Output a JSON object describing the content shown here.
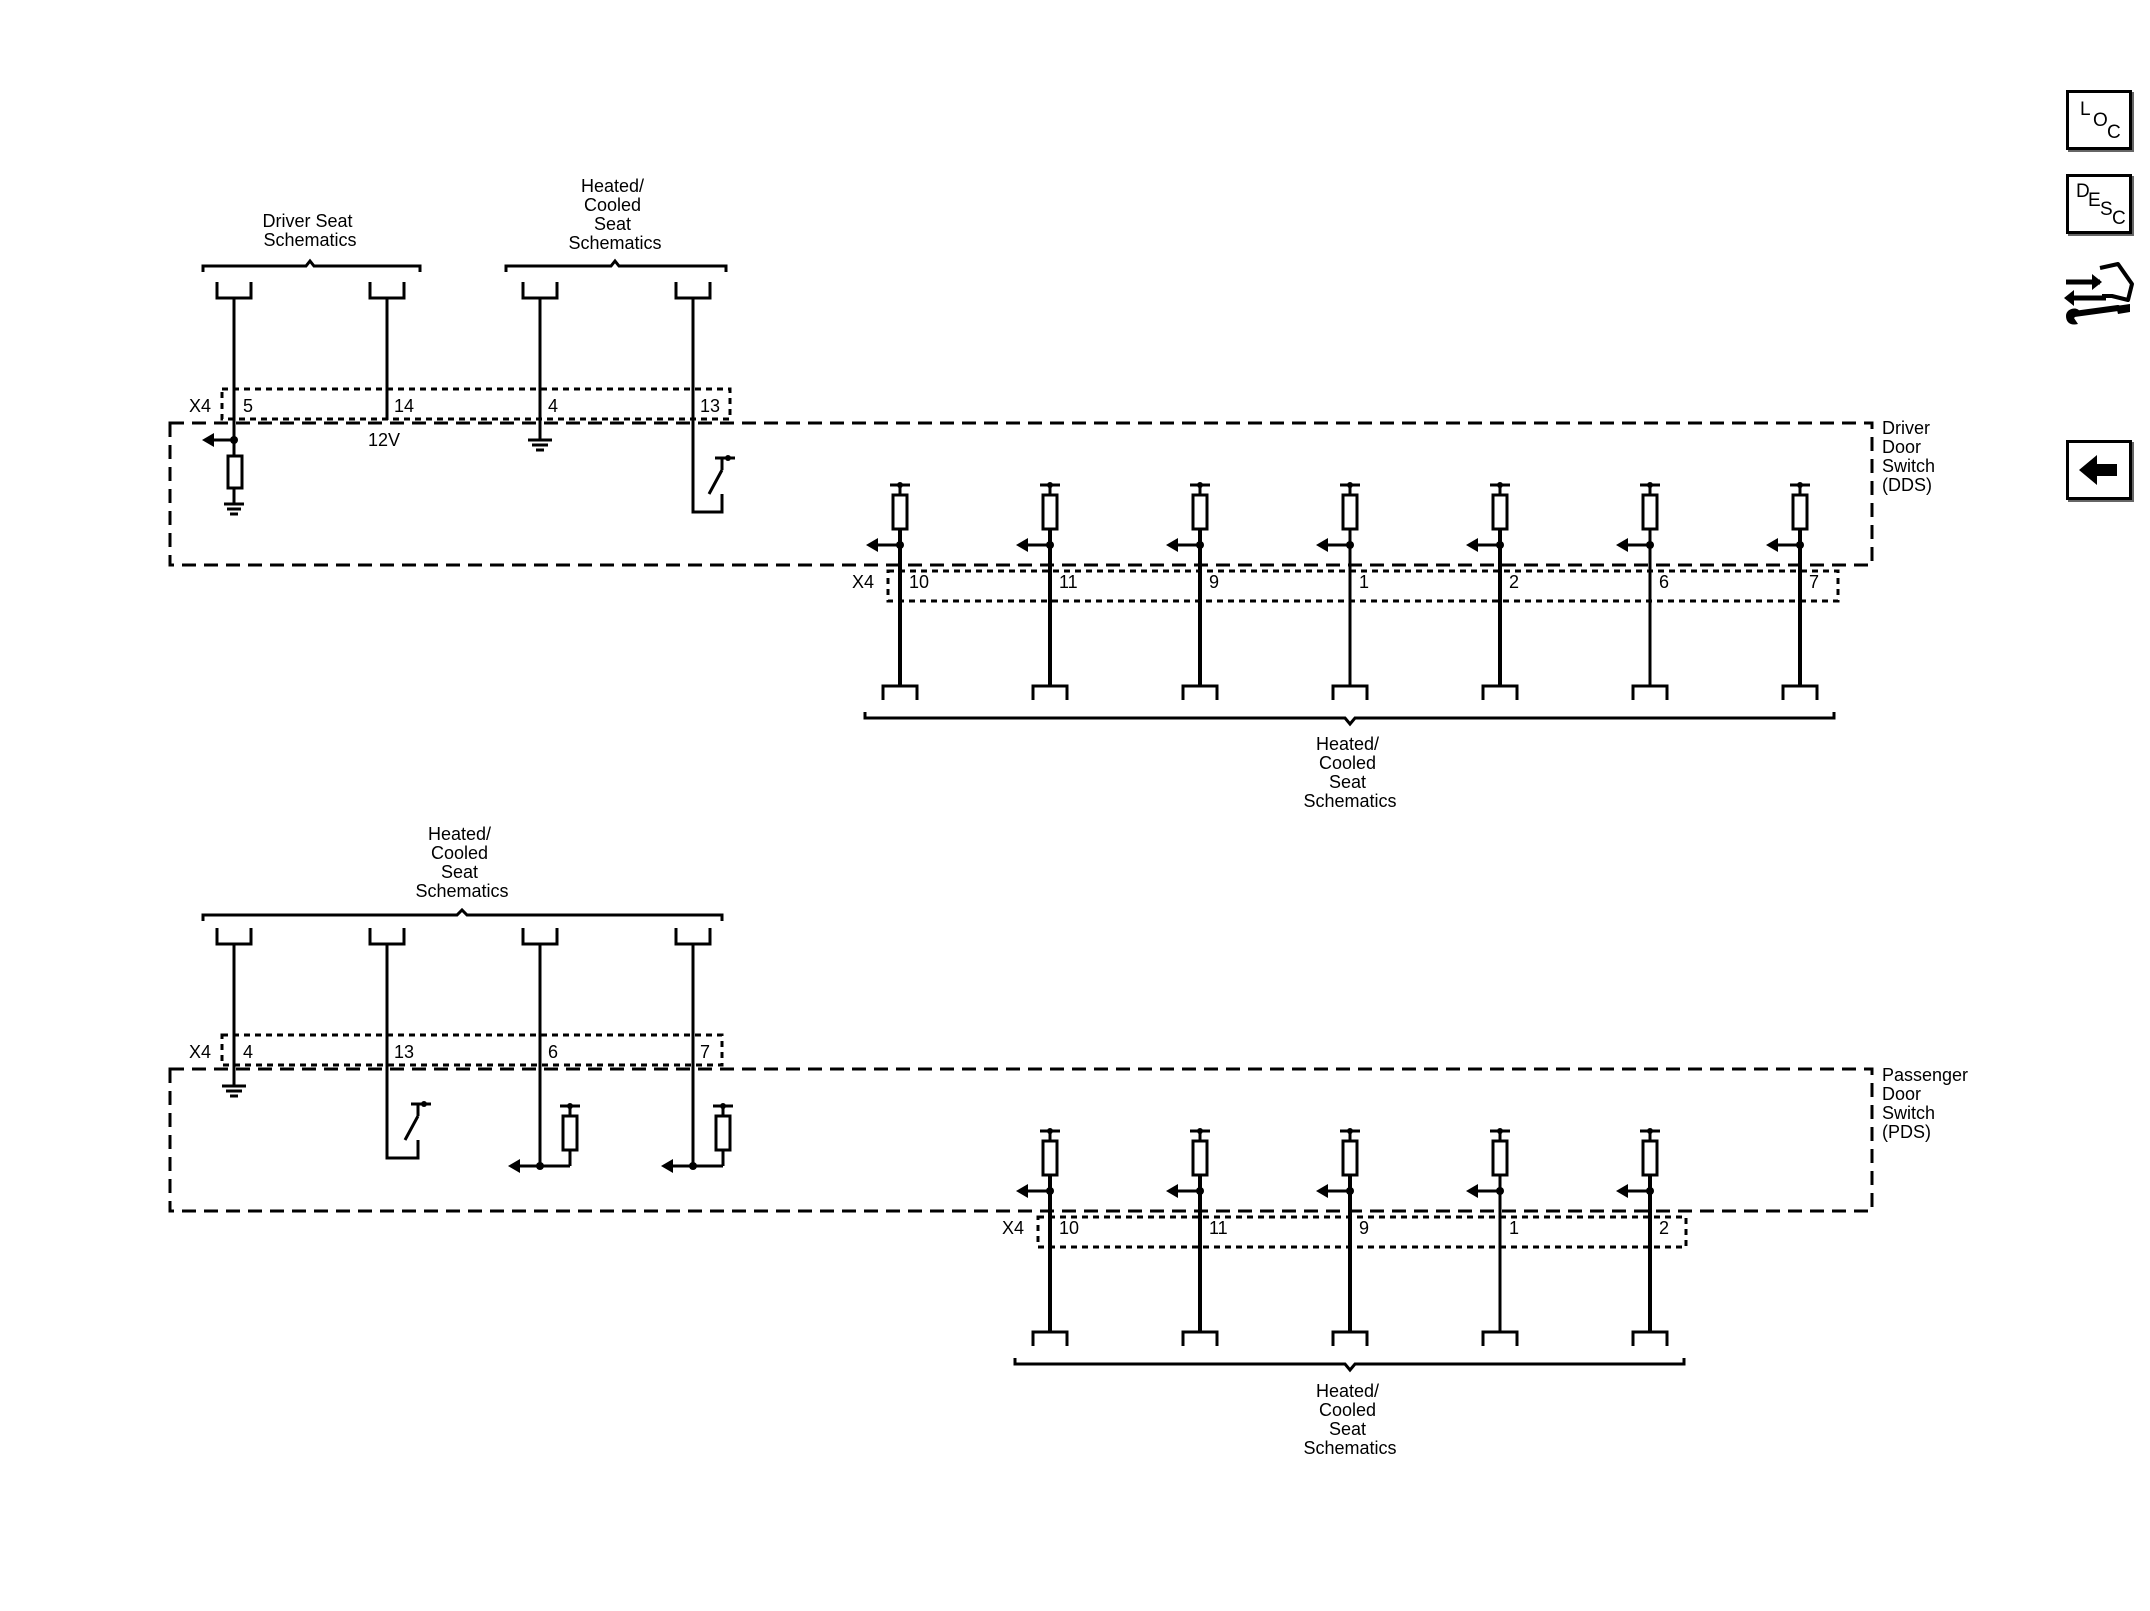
{
  "nav": {
    "loc": {
      "l1": "L",
      "l2": "O",
      "l3": "C"
    },
    "desc": {
      "l1": "D",
      "l2": "E",
      "l3": "S",
      "l4": "C"
    }
  },
  "driver": {
    "module_label": [
      "Driver",
      "Door",
      "Switch",
      "(DDS)"
    ],
    "top_groups": [
      {
        "label": [
          "Driver Seat",
          "Schematics"
        ]
      },
      {
        "label": [
          "Heated/",
          "Cooled",
          "Seat",
          "Schematics"
        ]
      }
    ],
    "top_connector": "X4",
    "top_pins": [
      "5",
      "14",
      "4",
      "13"
    ],
    "voltage": "12V",
    "bottom_connector": "X4",
    "bottom_pins": [
      "10",
      "11",
      "9",
      "1",
      "2",
      "6",
      "7"
    ],
    "bottom_group": {
      "label": [
        "Heated/",
        "Cooled",
        "Seat",
        "Schematics"
      ]
    }
  },
  "passenger": {
    "module_label": [
      "Passenger",
      "Door",
      "Switch",
      "(PDS)"
    ],
    "top_group": {
      "label": [
        "Heated/",
        "Cooled",
        "Seat",
        "Schematics"
      ]
    },
    "top_connector": "X4",
    "top_pins": [
      "4",
      "13",
      "6",
      "7"
    ],
    "bottom_connector": "X4",
    "bottom_pins": [
      "10",
      "11",
      "9",
      "1",
      "2"
    ],
    "bottom_group": {
      "label": [
        "Heated/",
        "Cooled",
        "Seat",
        "Schematics"
      ]
    }
  }
}
